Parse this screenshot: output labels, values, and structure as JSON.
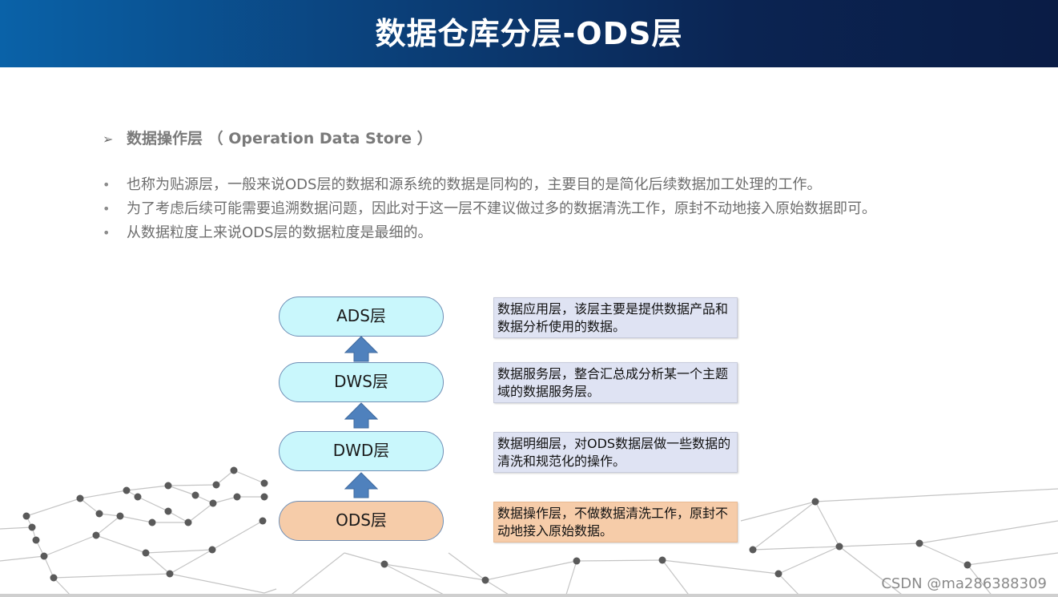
{
  "slide": {
    "title": "数据仓库分层-ODS层",
    "section_heading": "数据操作层 （ Operation Data Store ）",
    "section_marker": "➢",
    "bullet_marker": "•",
    "bullets": [
      "也称为贴源层，一般来说ODS层的数据和源系统的数据是同构的，主要目的是简化后续数据加工处理的工作。",
      "为了考虑后续可能需要追溯数据问题，因此对于这一层不建议做过多的数据清洗工作，原封不动地接入原始数据即可。",
      "从数据粒度上来说ODS层的数据粒度是最细的。"
    ]
  },
  "diagram": {
    "layers": [
      {
        "label": "ADS层",
        "description": "数据应用层，该层主要是提供数据产品和数据分析使用的数据。",
        "fill": "#c9f7fc"
      },
      {
        "label": "DWS层",
        "description": "数据服务层，整合汇总成分析某一个主题域的数据服务层。",
        "fill": "#c9f7fc"
      },
      {
        "label": "DWD层",
        "description": "数据明细层，对ODS数据层做一些数据的清洗和规范化的操作。",
        "fill": "#c9f7fc"
      },
      {
        "label": "ODS层",
        "description": "数据操作层，不做数据清洗工作，原封不动地接入原始数据。",
        "fill": "#f6cca9"
      }
    ],
    "arrow_color": "#4f81bd",
    "description_fill": "#dfe3f3"
  },
  "colors": {
    "header_left": "#0a62a8",
    "header_right": "#0a1c45",
    "body_text": "#6e6e6e"
  },
  "watermark": "CSDN @ma286388309"
}
